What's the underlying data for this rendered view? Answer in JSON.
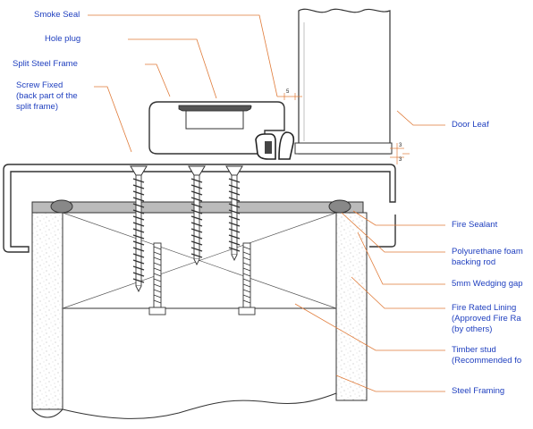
{
  "labels": {
    "smoke_seal": "Smoke Seal",
    "hole_plug": "Hole plug",
    "split_steel_frame": "Split Steel Frame",
    "screw_fixed_1": "Screw Fixed",
    "screw_fixed_2": "(back part of the",
    "screw_fixed_3": "split frame)",
    "door_leaf": "Door Leaf",
    "fire_sealant": "Fire Sealant",
    "pu_foam_1": "Polyurethane foam",
    "pu_foam_2": "backing rod",
    "wedging_gap": "5mm Wedging gap",
    "fire_lining_1": "Fire Rated Lining",
    "fire_lining_2": "(Approved Fire Ra",
    "fire_lining_3": "(by others)",
    "timber_stud_1": "Timber stud",
    "timber_stud_2": "(Recommended fo",
    "steel_framing": "Steel Framing"
  },
  "dimensions": {
    "gap_top": "5",
    "gap_side": "3",
    "gap_right": "3"
  },
  "colors": {
    "label_text": "#1f3fbf",
    "leader_line": "#e07b39",
    "outline": "#333333",
    "sealant": "#777777"
  }
}
